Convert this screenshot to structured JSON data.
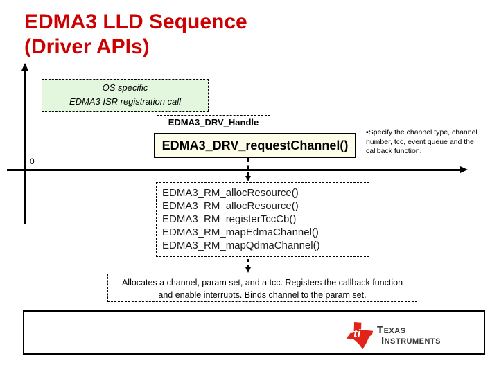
{
  "colors": {
    "title_red": "#cc0000",
    "os_box_green": "#e3f6de",
    "request_box_cream": "#fdfde9",
    "ti_logo_red": "#e2231a"
  },
  "slide": {
    "title_line1": "EDMA3 LLD Sequence",
    "title_line2": "(Driver APIs)"
  },
  "diagram": {
    "origin_label": "0",
    "os_box": {
      "line1": "OS specific",
      "line2": "EDMA3 ISR registration call"
    },
    "handle_box": {
      "label": "EDMA3_DRV_Handle"
    },
    "request_box": {
      "label": "EDMA3_DRV_requestChannel()"
    },
    "note": {
      "bullet": "▪",
      "text": "Specify the channel type, channel number, tcc, event queue and the callback function."
    },
    "rm_box": {
      "items": [
        "EDMA3_RM_allocResource()",
        "EDMA3_RM_allocResource()",
        "EDMA3_RM_registerTccCb()",
        "EDMA3_RM_mapEdmaChannel()",
        "EDMA3_RM_mapQdmaChannel()"
      ]
    },
    "caption_box": {
      "text": "Allocates a channel, param set, and a tcc. Registers the callback function and enable interrupts. Binds channel to the param set."
    }
  },
  "footer": {
    "logo": {
      "icon_letters": "ti",
      "brand_line1": "Texas",
      "brand_line2": "Instruments"
    }
  }
}
